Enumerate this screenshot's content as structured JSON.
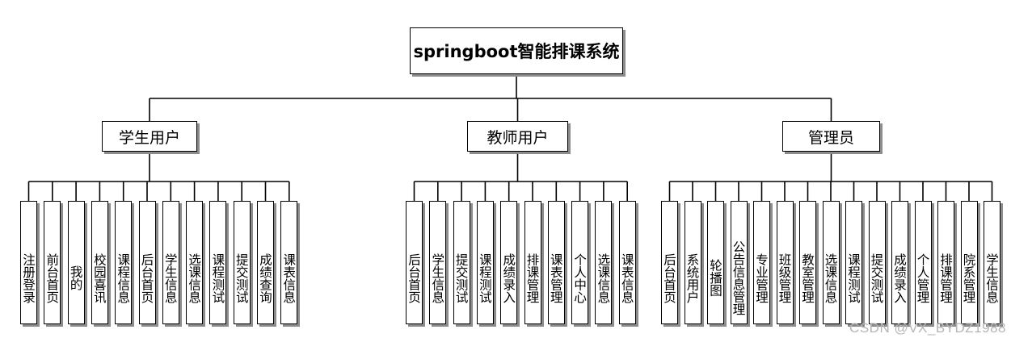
{
  "diagram": {
    "root": {
      "label": "springboot智能排课系统"
    },
    "groups": [
      {
        "id": "student",
        "label": "学生用户",
        "children": [
          "注册登录",
          "前台首页",
          "我的",
          "校园喜讯",
          "课程信息",
          "后台首页",
          "学生信息",
          "选课信息",
          "课程测试",
          "提交测试",
          "成绩查询",
          "课表信息"
        ]
      },
      {
        "id": "teacher",
        "label": "教师用户",
        "children": [
          "后台首页",
          "学生信息",
          "提交测试",
          "课程测试",
          "成绩录入",
          "排课管理",
          "课表管理",
          "个人中心",
          "选课信息",
          "课表信息"
        ]
      },
      {
        "id": "admin",
        "label": "管理员",
        "children": [
          "后台首页",
          "系统用户",
          "轮播图",
          "公告信息管理",
          "专业管理",
          "班级管理",
          "教室管理",
          "选课信息",
          "课程测试",
          "提交测试",
          "成绩录入",
          "个人管理",
          "排课管理",
          "院系管理",
          "学生信息"
        ]
      }
    ]
  },
  "watermark": "CSDN @VX_BYDZ1988"
}
